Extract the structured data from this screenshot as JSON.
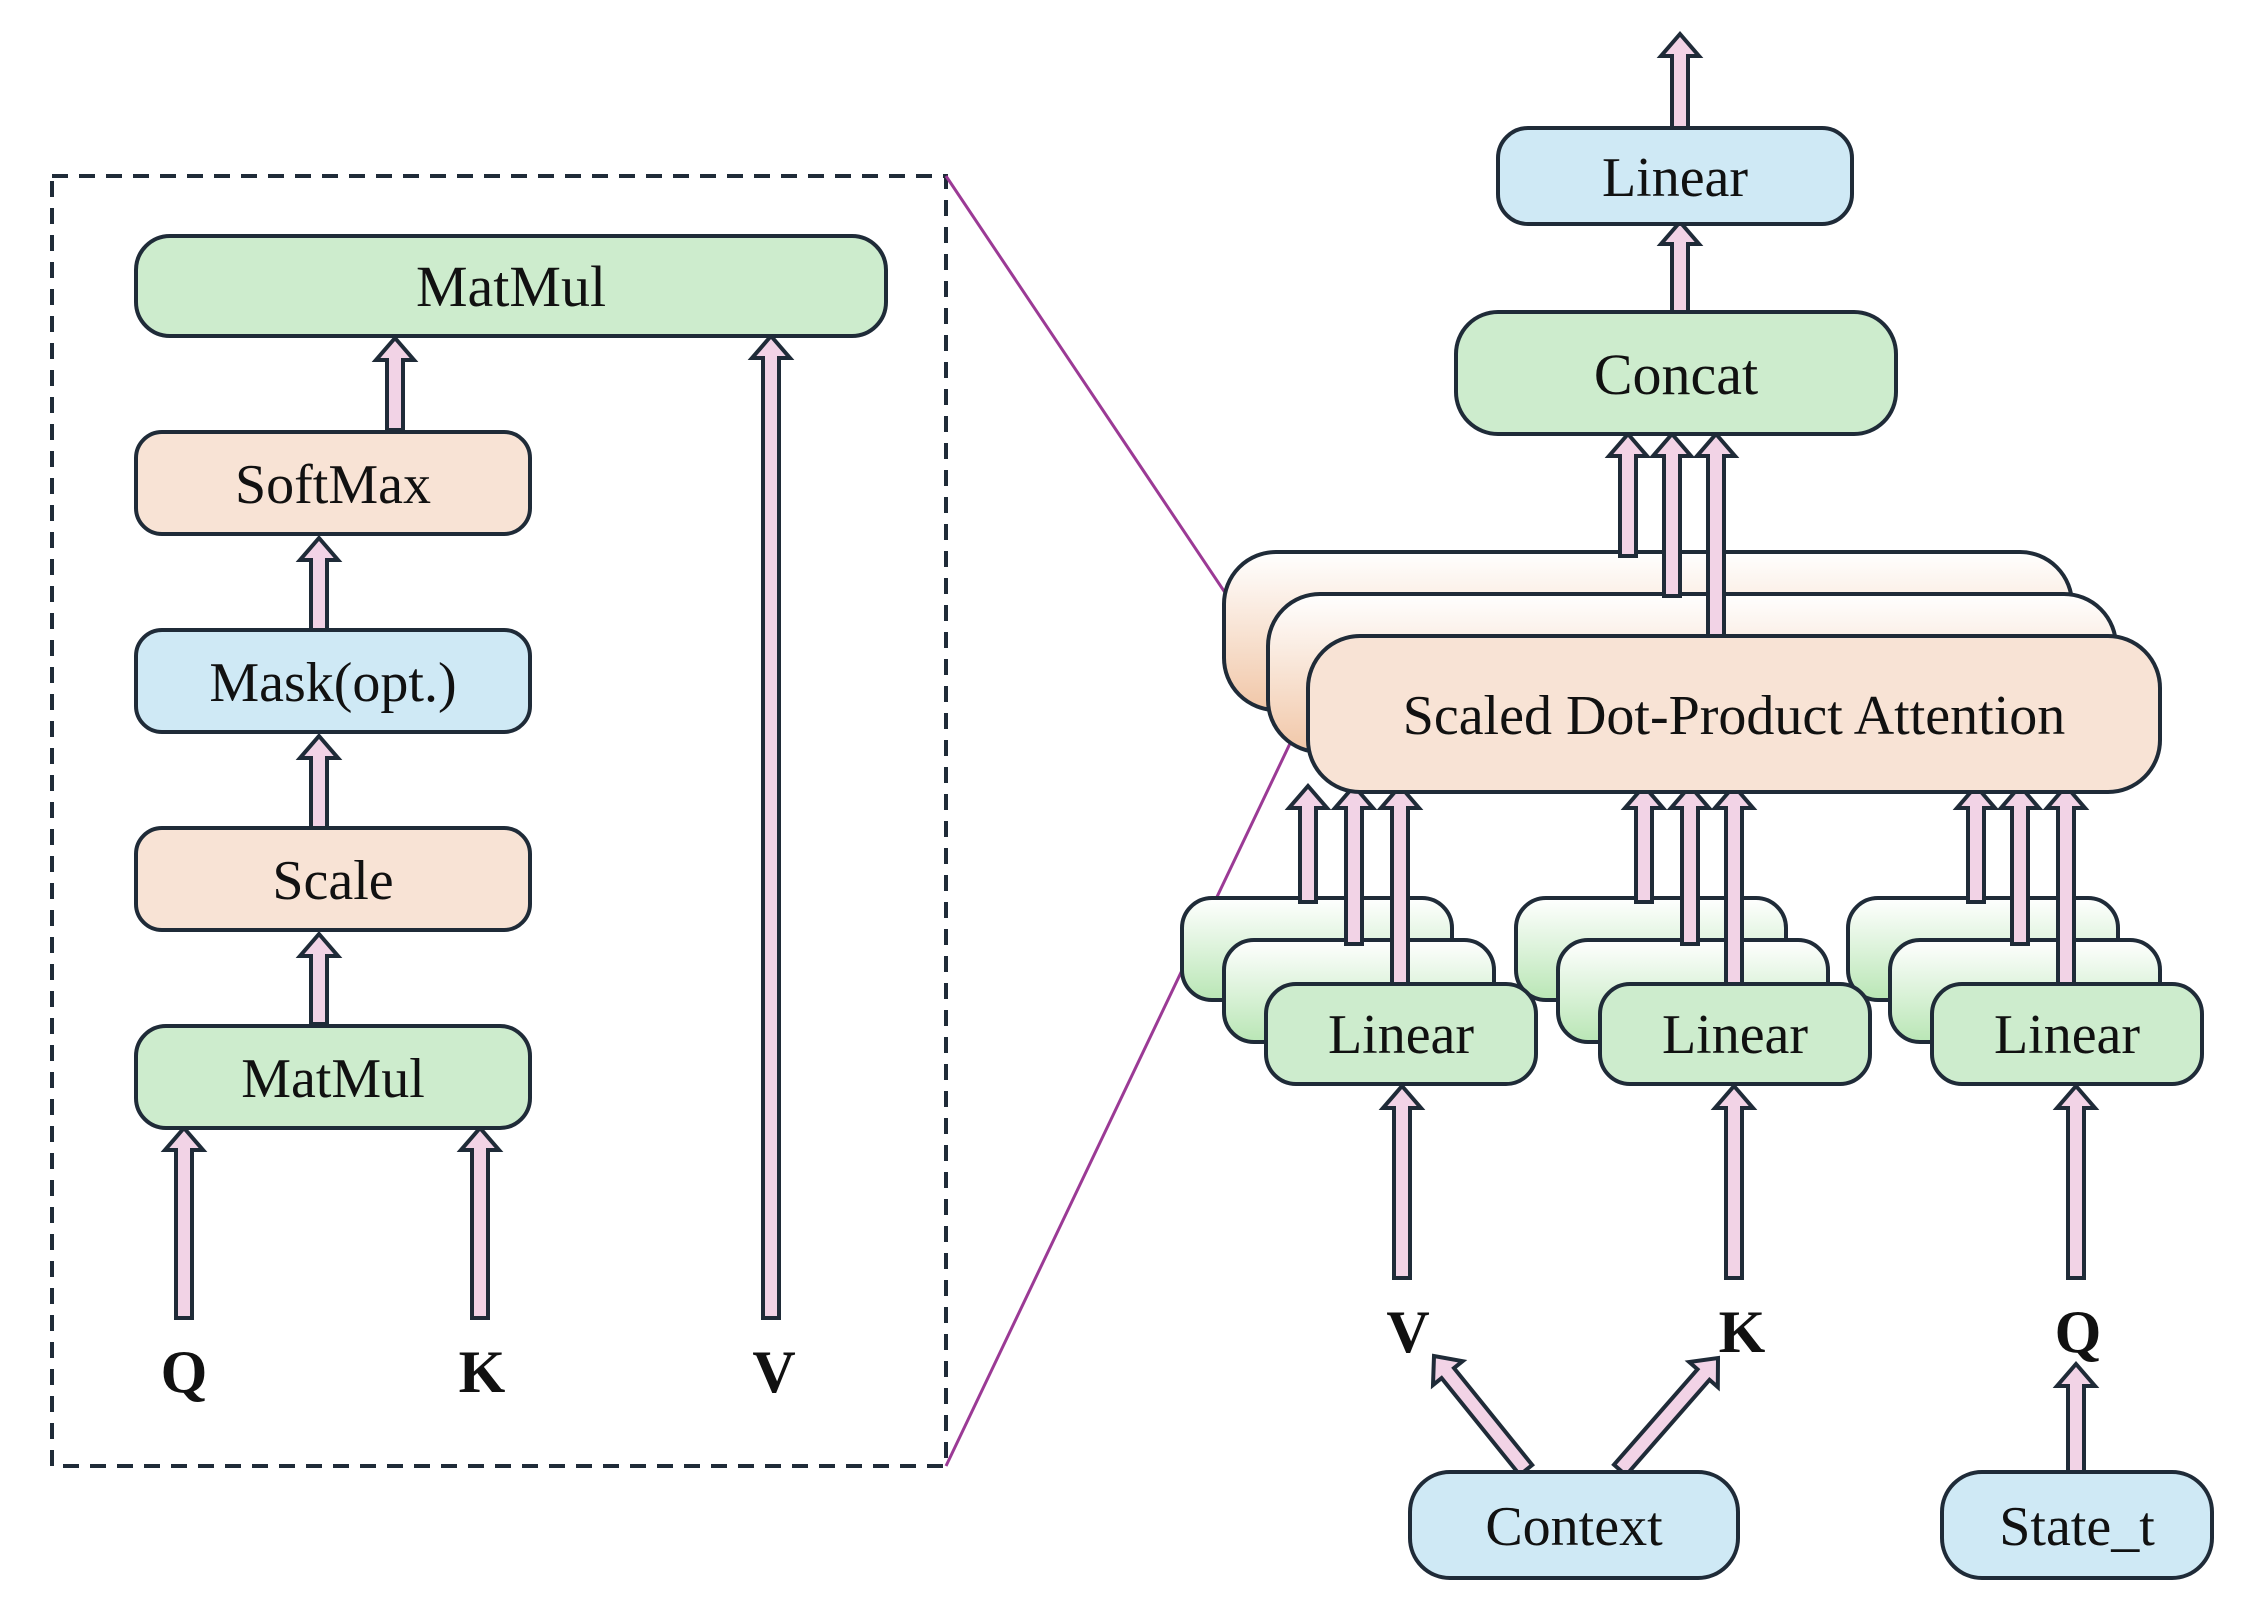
{
  "colors": {
    "green": "#cdeccd",
    "peach": "#f8e3d5",
    "blue": "#cfe9f5",
    "arrow_fill": "#f2d3e6",
    "stroke": "#1f2b38",
    "zoom_line": "#9b3a95"
  },
  "detail": {
    "matmul_top": "MatMul",
    "softmax": "SoftMax",
    "mask": "Mask(opt.)",
    "scale": "Scale",
    "matmul_bottom": "MatMul",
    "input_q": "Q",
    "input_k": "K",
    "input_v": "V"
  },
  "main": {
    "linear_out": "Linear",
    "concat": "Concat",
    "attention": "Scaled Dot-Product Attention",
    "linear_v": "Linear",
    "linear_k": "Linear",
    "linear_q": "Linear",
    "label_v": "V",
    "label_k": "K",
    "label_q": "Q",
    "context": "Context",
    "state": "State_t"
  }
}
